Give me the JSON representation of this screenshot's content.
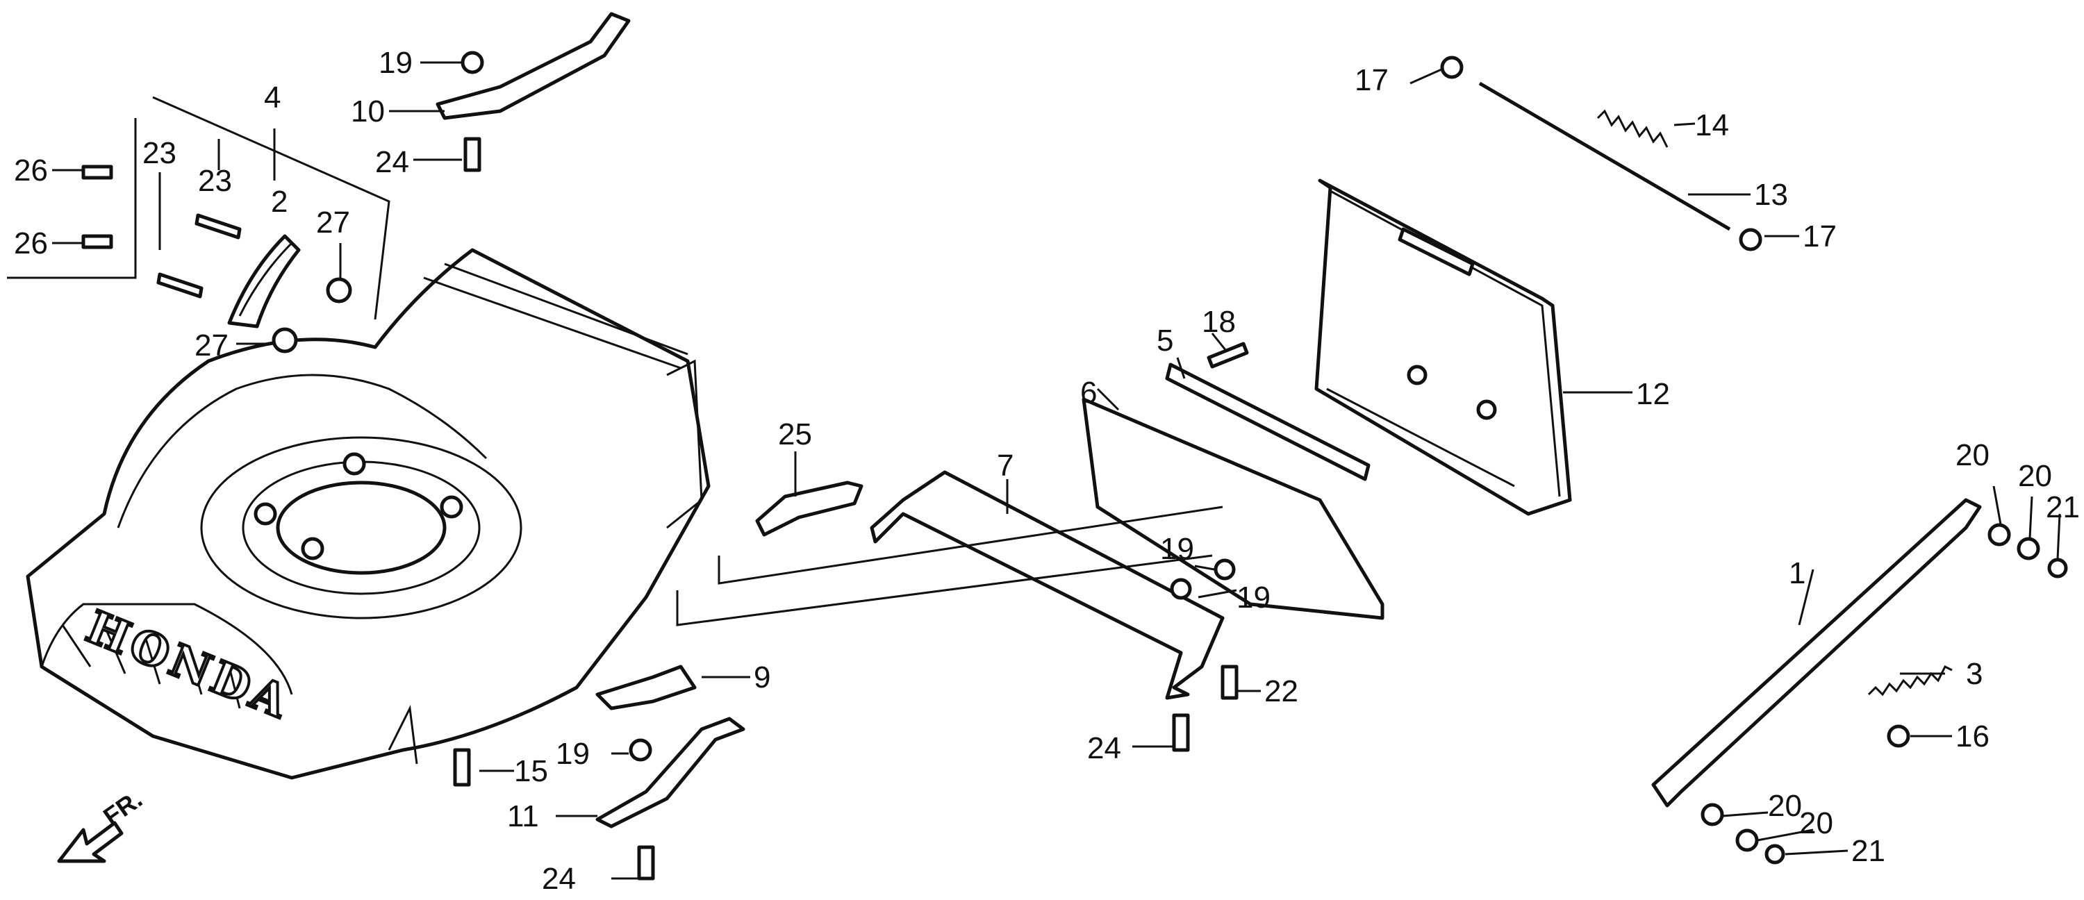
{
  "brand": "HONDA",
  "front_indicator": "FR.",
  "callouts": {
    "c1": "1",
    "c2": "2",
    "c3": "3",
    "c4": "4",
    "c5": "5",
    "c6": "6",
    "c7": "7",
    "c9": "9",
    "c10": "10",
    "c11": "11",
    "c12": "12",
    "c13": "13",
    "c14": "14",
    "c15": "15",
    "c16": "16",
    "c17a": "17",
    "c17b": "17",
    "c18": "18",
    "c19a": "19",
    "c19b": "19",
    "c19c": "19",
    "c19d": "19",
    "c20a": "20",
    "c20b": "20",
    "c20c": "20",
    "c20d": "20",
    "c21a": "21",
    "c21b": "21",
    "c22": "22",
    "c23a": "23",
    "c23b": "23",
    "c24a": "24",
    "c24b": "24",
    "c24c": "24",
    "c25": "25",
    "c26a": "26",
    "c26b": "26",
    "c27a": "27",
    "c27b": "27"
  }
}
